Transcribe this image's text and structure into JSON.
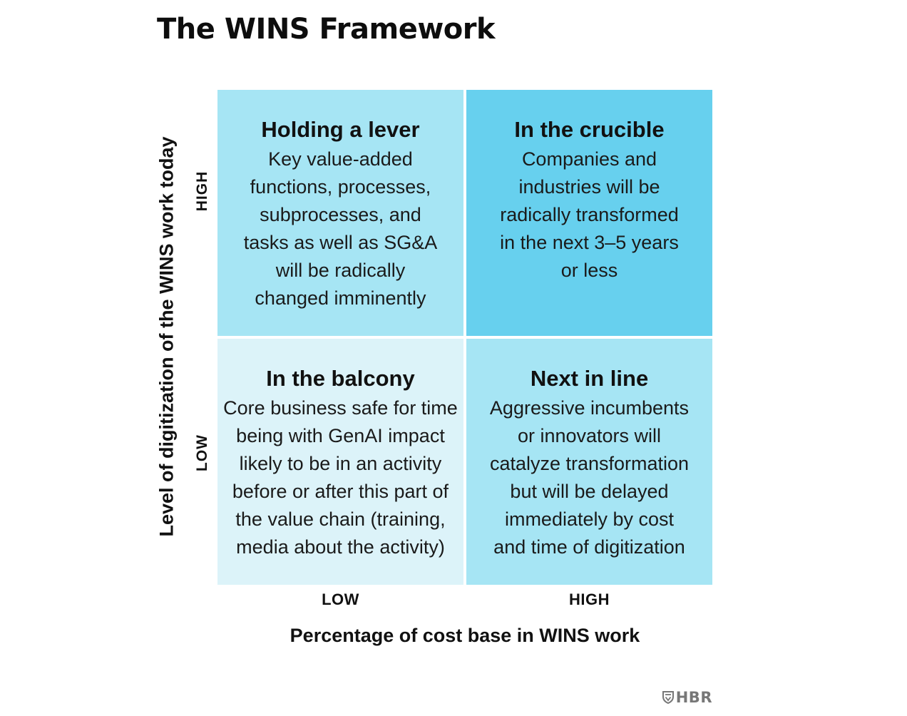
{
  "title": "The WINS Framework",
  "axes": {
    "y_label": "Level of digitization of the WINS work today",
    "y_high": "HIGH",
    "y_low": "LOW",
    "x_label": "Percentage of cost base in WINS work",
    "x_low": "LOW",
    "x_high": "HIGH"
  },
  "quadrants": {
    "top_left": {
      "title": "Holding a lever",
      "body": "Key value-added\nfunctions, processes,\nsubprocesses, and\ntasks as well as SG&A\nwill be radically\nchanged imminently",
      "color": "#a6e5f4"
    },
    "top_right": {
      "title": "In the crucible",
      "body": "Companies and\nindustries will be\nradically transformed\nin the next 3–5 years\nor less",
      "color": "#67d0ee"
    },
    "bottom_left": {
      "title": "In the balcony",
      "body": "Core business safe for time\nbeing with GenAI impact\nlikely to be in an activity\nbefore or after this part of\nthe value chain (training,\nmedia about the activity)",
      "color": "#dcf3f9"
    },
    "bottom_right": {
      "title": "Next in line",
      "body": "Aggressive incumbents\nor innovators will\ncatalyze transformation\nbut will be delayed\nimmediately by cost\nand time of digitization",
      "color": "#a6e5f4"
    }
  },
  "logo": {
    "text": "HBR",
    "icon": "shield-icon"
  }
}
